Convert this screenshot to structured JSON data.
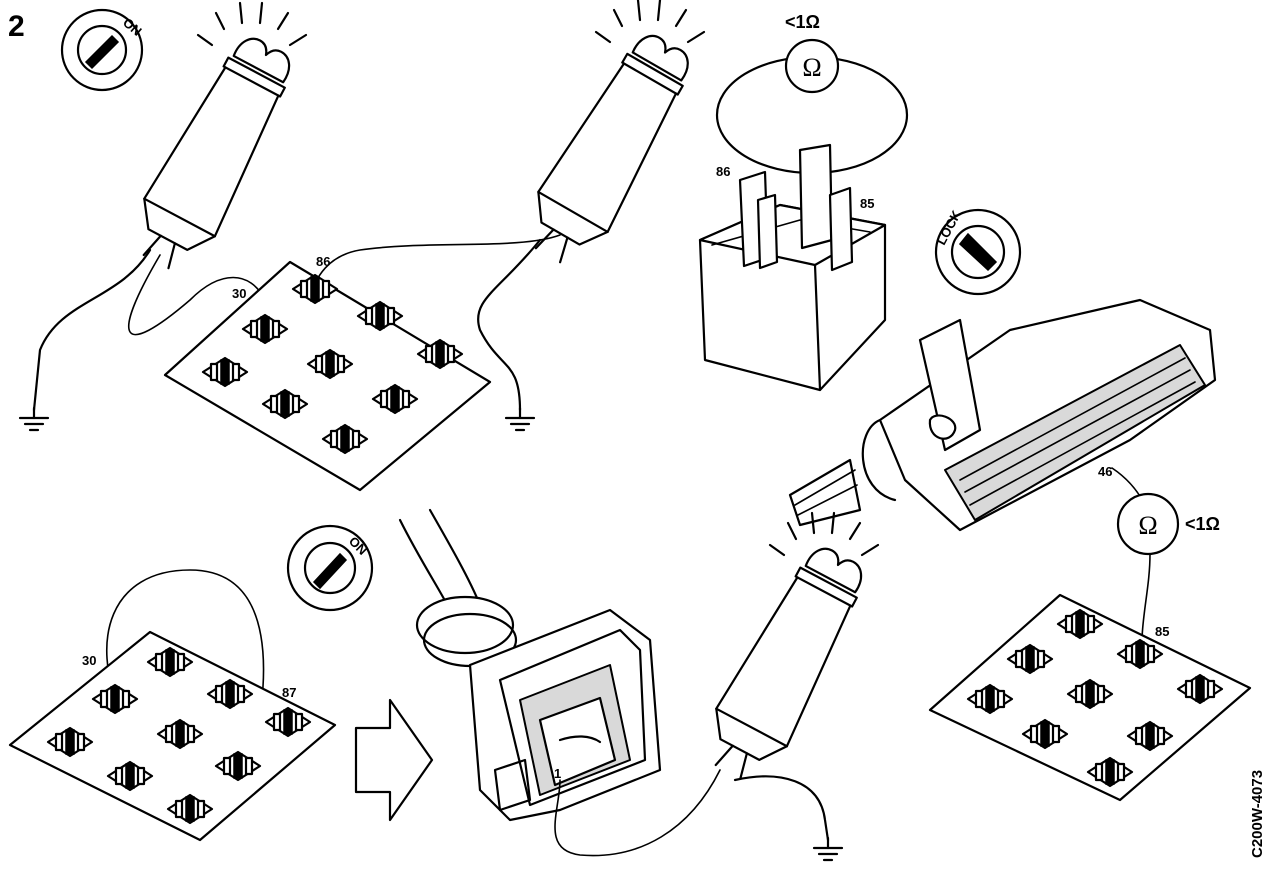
{
  "figure": {
    "number": "2",
    "code": "C200W-4073"
  },
  "switches": {
    "top": {
      "label": "ON"
    },
    "middle": {
      "label": "ON"
    },
    "right": {
      "label": "LOCK"
    }
  },
  "relay_test": {
    "meter_symbol": "Ω",
    "reading": "<1Ω",
    "terminal_left": "86",
    "terminal_right": "85"
  },
  "connector_test": {
    "meter_symbol": "Ω",
    "reading": "<1Ω",
    "pin": "46",
    "socket_terminal": "85"
  },
  "relay_base_top": {
    "terminal_a": "30",
    "terminal_b": "86"
  },
  "relay_base_bottom": {
    "terminal_a": "30",
    "terminal_b": "87"
  },
  "plug": {
    "pin": "1"
  }
}
